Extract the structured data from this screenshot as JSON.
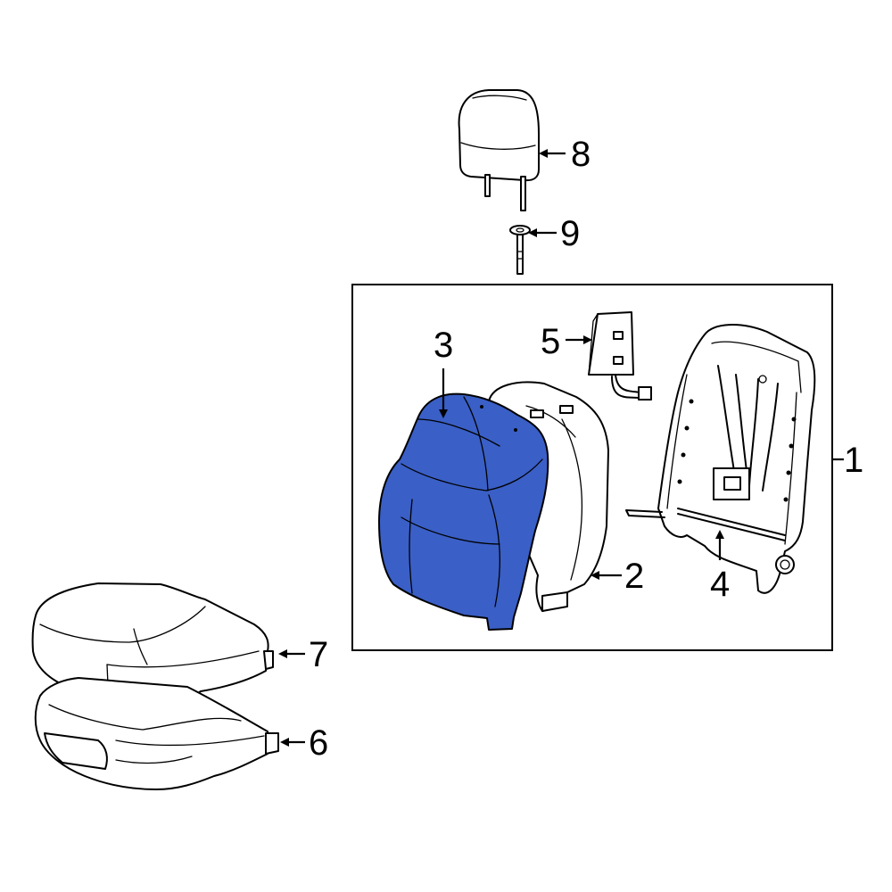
{
  "diagram": {
    "highlight_color": "#3a5fc6",
    "callouts": [
      {
        "id": "1",
        "text": "1",
        "part": "seat back assembly (boxed group)"
      },
      {
        "id": "2",
        "text": "2",
        "part": "seat back pad"
      },
      {
        "id": "3",
        "text": "3",
        "part": "seat back cover (highlighted)"
      },
      {
        "id": "4",
        "text": "4",
        "part": "seat back frame"
      },
      {
        "id": "5",
        "text": "5",
        "part": "side airbag module"
      },
      {
        "id": "6",
        "text": "6",
        "part": "seat cushion pad"
      },
      {
        "id": "7",
        "text": "7",
        "part": "seat cushion cover"
      },
      {
        "id": "8",
        "text": "8",
        "part": "headrest"
      },
      {
        "id": "9",
        "text": "9",
        "part": "headrest guide"
      }
    ]
  }
}
